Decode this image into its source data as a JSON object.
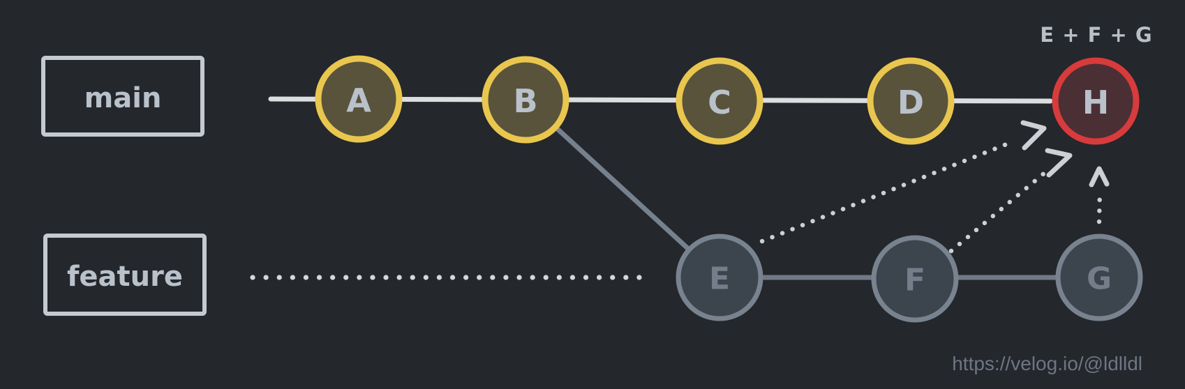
{
  "branches": {
    "main": {
      "label": "main",
      "commits": [
        "A",
        "B",
        "C",
        "D",
        "H"
      ]
    },
    "feature": {
      "label": "feature",
      "commits": [
        "E",
        "F",
        "G"
      ]
    }
  },
  "nodes": {
    "A": "A",
    "B": "B",
    "C": "C",
    "D": "D",
    "E": "E",
    "F": "F",
    "G": "G",
    "H": "H"
  },
  "annotation": {
    "squash_result_label": "E + F + G"
  },
  "watermark": {
    "text": "https://velog.io/@ldlldl"
  },
  "edges": {
    "branch_point": {
      "from": "B",
      "to": "E",
      "style": "solid"
    },
    "merge_arrows": [
      {
        "from": "E",
        "to": "H",
        "style": "dotted-arrow"
      },
      {
        "from": "F",
        "to": "H",
        "style": "dotted-arrow"
      },
      {
        "from": "G",
        "to": "H",
        "style": "dotted-arrow"
      }
    ]
  },
  "colors": {
    "background": "#24272c",
    "main_commit_ring": "#e9c64e",
    "main_commit_fill": "#59533c",
    "merge_commit_ring": "#d83b3c",
    "merge_commit_fill": "#4a2f35",
    "feature_commit_ring": "#78838f",
    "feature_commit_fill": "#3c444e",
    "main_line": "#dcdddf",
    "feature_line": "#6f7a86",
    "branch_off_line": "#76818e",
    "dotted_line": "#d4d7db",
    "arrow_dots": "#cdd1d6",
    "label_text": "#b9c1ca",
    "feature_node_text": "#737e8a",
    "annotation_text": "#b8bfc6",
    "watermark_text": "#6e7683"
  }
}
